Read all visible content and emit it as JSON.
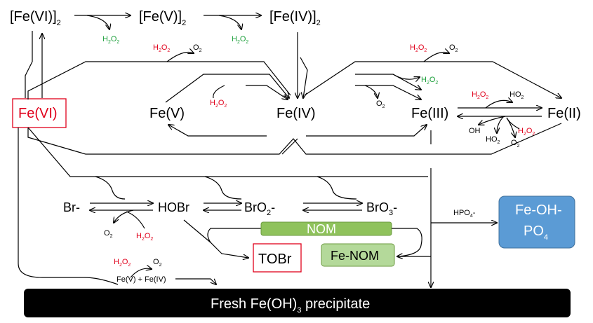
{
  "species": {
    "fe6_2": {
      "base": "[Fe(VI)]",
      "sub": "2"
    },
    "fe5_2": {
      "base": "[Fe(V)]",
      "sub": "2"
    },
    "fe4_2": {
      "base": "[Fe(IV)]",
      "sub": "2"
    },
    "fe6": "Fe(VI)",
    "fe5": "Fe(V)",
    "fe4": "Fe(IV)",
    "fe3": "Fe(III)",
    "fe2": "Fe(II)",
    "br": "Br-",
    "hobr": "HOBr",
    "bro2": {
      "base": "BrO",
      "sub": "2",
      "tail": "-"
    },
    "bro3": {
      "base": "BrO",
      "sub": "3",
      "tail": "-"
    }
  },
  "h2o2": {
    "base": "H",
    "sub": "2",
    "mid": "O",
    "sub2": "2"
  },
  "o2": {
    "base": "O",
    "sub": "2"
  },
  "ho2": {
    "base": "HO",
    "sub": "2"
  },
  "oh": "OH",
  "hpo4": {
    "base": "HPO",
    "sub": "4",
    "tail": "-"
  },
  "boxes": {
    "nom": "NOM",
    "fe_nom": "Fe-NOM",
    "tobr": "TOBr",
    "fe_oh_po4_line1": "Fe-OH-",
    "fe_oh_po4_line2": {
      "base": "PO",
      "sub": "4"
    },
    "precipitate": {
      "pre": "Fresh Fe(OH)",
      "sub": "3",
      "post": " precipitate"
    }
  },
  "fe5_fe4_label": "Fe(V) + Fe(IV)",
  "colors": {
    "red": "#e0001b",
    "green": "#1ea03c",
    "green_box": "#8fc25c",
    "light_green_box": "#b4d99a",
    "blue_box": "#5b9bd5",
    "black_bar": "#000000"
  }
}
